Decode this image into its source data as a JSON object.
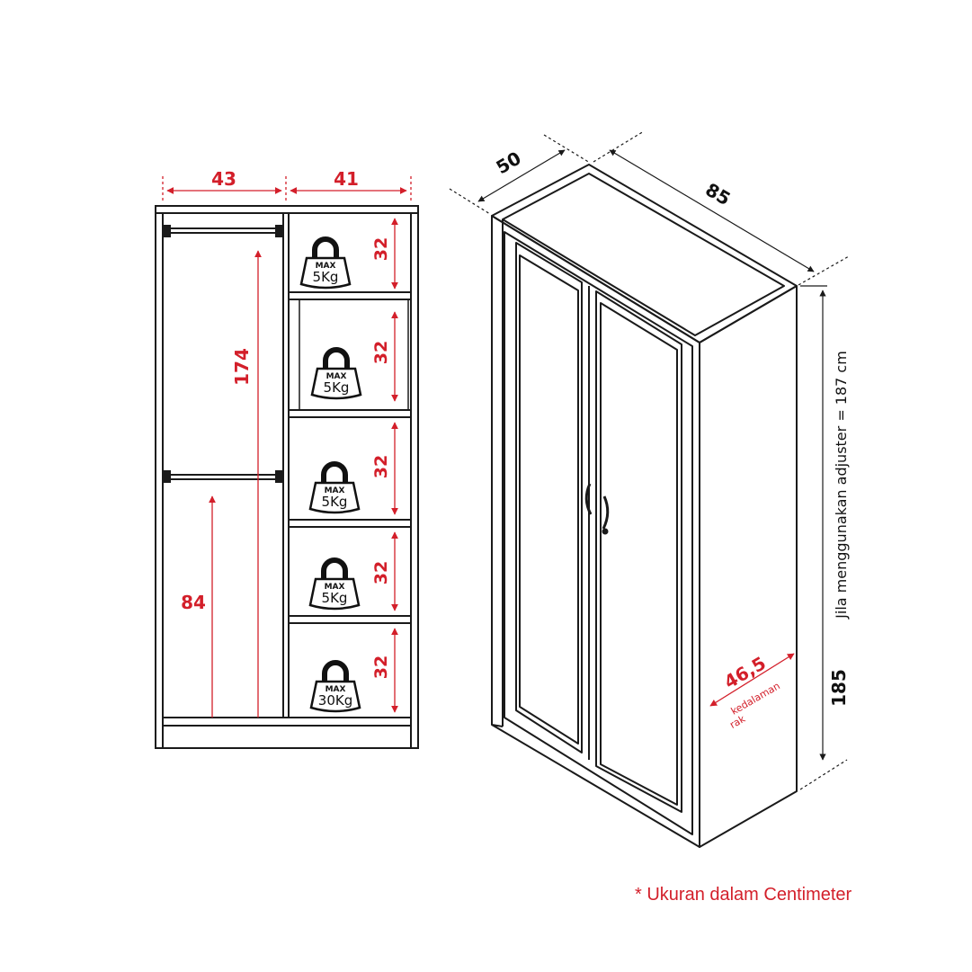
{
  "colors": {
    "dimension": "#d31f2a",
    "line": "#1a1a1a",
    "background": "#ffffff"
  },
  "front_view": {
    "width_left": "43",
    "width_right": "41",
    "hanging_height_upper": "174",
    "hanging_height_lower": "84",
    "shelves": [
      {
        "height": "32",
        "max_label": "MAX",
        "load": "5Kg"
      },
      {
        "height": "32",
        "max_label": "MAX",
        "load": "5Kg"
      },
      {
        "height": "32",
        "max_label": "MAX",
        "load": "5Kg"
      },
      {
        "height": "32",
        "max_label": "MAX",
        "load": "5Kg"
      },
      {
        "height": "32",
        "max_label": "MAX",
        "load": "30Kg"
      }
    ]
  },
  "iso_view": {
    "depth": "50",
    "width": "85",
    "height": "185",
    "adjuster_note": "Jila menggunakan adjuster = 187 cm",
    "shelf_depth": "46,5",
    "shelf_depth_label_1": "kedalaman",
    "shelf_depth_label_2": "rak"
  },
  "footnote": "* Ukuran dalam Centimeter"
}
